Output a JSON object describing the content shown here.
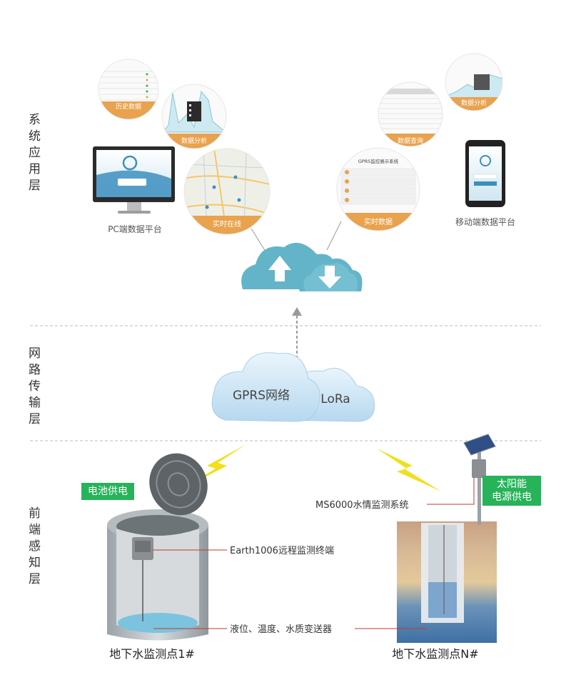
{
  "layers": {
    "application": "系统应用层",
    "network": "网路传输层",
    "perception": "前端感知层"
  },
  "application": {
    "pc_platform_label": "PC端数据平台",
    "mobile_platform_label": "移动端数据平台",
    "bubbles": {
      "history": "历史数据",
      "analysis_left": "数据分析",
      "realtime_online": "实时在线",
      "realtime_data": "实时数据",
      "query": "数据查询",
      "analysis_right": "数据分析"
    },
    "panel_title": "GPRS监控展示系统"
  },
  "network": {
    "gprs": "GPRS网络",
    "lora": "LoRa"
  },
  "perception": {
    "battery_tag": "电池供电",
    "solar_tag_line1": "太阳能",
    "solar_tag_line2": "电源供电",
    "ms6000": "MS6000水情监测系统",
    "earth1006": "Earth1006远程监测终端",
    "sensors": "液位、温度、水质变送器",
    "site1": "地下水监测点1#",
    "siteN": "地下水监测点N#"
  },
  "colors": {
    "cloud_blue": "#64b4c9",
    "network_cloud": "#cfe6f6",
    "accent_orange": "#e9a24d",
    "tag_green": "#27b35a",
    "bolt_yellow": "#f1e01a",
    "leader_red": "#c0392b"
  }
}
